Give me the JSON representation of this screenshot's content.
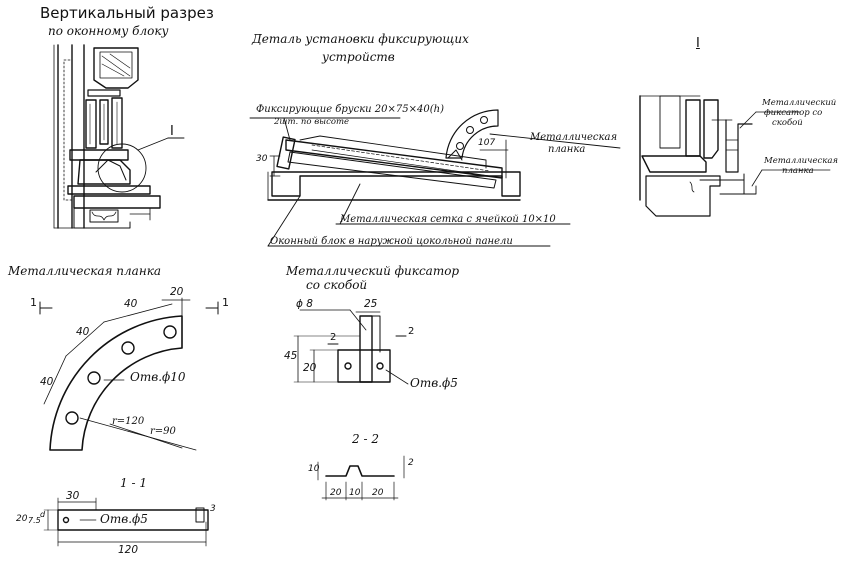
{
  "vertical_section": {
    "title": "Вертикальный разрез",
    "subtitle": "по оконному блоку",
    "callout": "I"
  },
  "detail_install": {
    "title_line1": "Деталь установки фиксирующих",
    "title_line2": "устройств",
    "bars_label": "Фиксирующие бруски 20×75×40(h)",
    "bars_qty": "2шт. по высоте",
    "plate_label_1": "Металлическая",
    "plate_label_2": "планка",
    "mesh_label": "Металлическая сетка с ячейкой 10×10",
    "block_label": "Оконный блок в наружной цокольной панели",
    "dim_30": "30",
    "dim_107": "107"
  },
  "detail_I": {
    "title": "I",
    "fixator_label_1": "Металлический",
    "fixator_label_2": "фиксатор со",
    "fixator_label_3": "скобой",
    "plate_label_1": "Металлическая",
    "plate_label_2": "планка"
  },
  "plate_view": {
    "title": "Металлическая планка",
    "section_mark": "1",
    "dim_20": "20",
    "dim_40a": "40",
    "dim_40b": "40",
    "dim_40c": "40",
    "hole": "Отв.ϕ10",
    "r_outer": "r=120",
    "r_inner": "r=90"
  },
  "fixator_view": {
    "title_line1": "Металлический фиксатор",
    "title_line2": "со скобой",
    "dim_d8": "ϕ 8",
    "dim_25": "25",
    "dim_45": "45",
    "dim_20": "20",
    "section_mark": "2",
    "hole": "Отв.ϕ5"
  },
  "section_22": {
    "title": "2 - 2",
    "dim_10v": "10",
    "dim_2": "2",
    "dim_20a": "20",
    "dim_10": "10",
    "dim_20b": "20"
  },
  "section_11": {
    "title": "1 - 1",
    "dim_30": "30",
    "dim_20": "20",
    "dim_75": "7.5",
    "dim_d": "d",
    "hole": "Отв.ϕ5",
    "dim_120": "120",
    "dim_3": "3"
  }
}
